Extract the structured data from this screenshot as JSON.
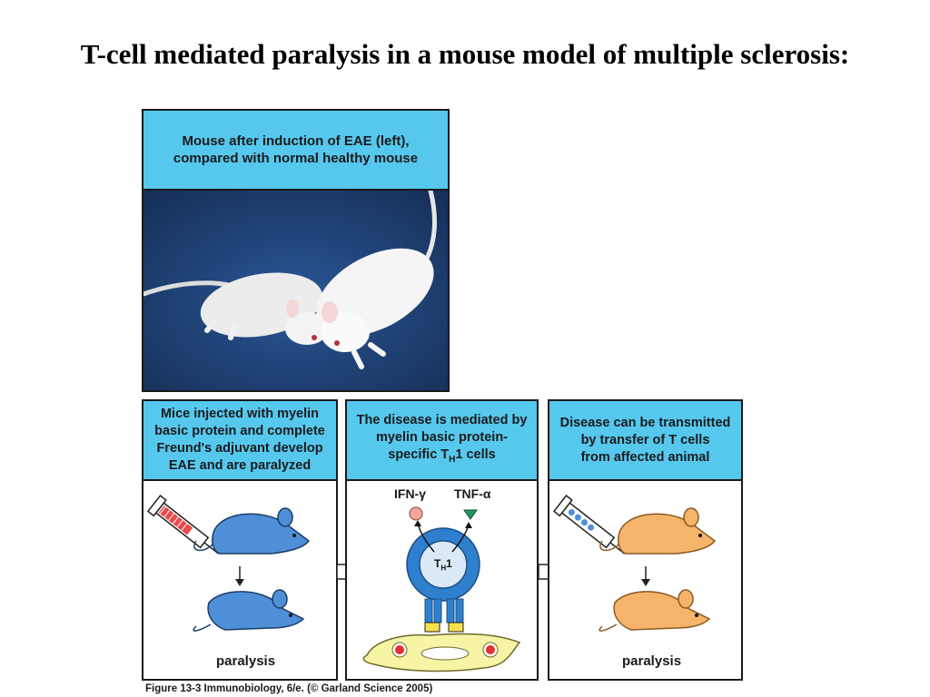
{
  "slide": {
    "title": "T-cell mediated paralysis in a mouse model of multiple sclerosis:"
  },
  "photo_panel": {
    "header_line1": "Mouse after induction of EAE (left),",
    "header_line2": "compared with normal healthy mouse"
  },
  "panel_1": {
    "header_lines": [
      "Mice injected with myelin",
      "basic protein and complete",
      "Freund's adjuvant develop",
      "EAE and are paralyzed"
    ],
    "result_label": "paralysis"
  },
  "panel_2": {
    "header_line1": "The disease is mediated by",
    "header_line2": "myelin basic protein-",
    "header_line3_prefix": "specific T",
    "header_line3_sub": "H",
    "header_line3_suffix": "1 cells",
    "cytokine_1": "IFN-γ",
    "cytokine_2": "TNF-α",
    "cell_label_main": "T",
    "cell_label_sub": "H",
    "cell_label_suffix": "1"
  },
  "panel_3": {
    "header_lines": [
      "Disease can be transmitted",
      "by transfer of T cells",
      "from affected animal"
    ],
    "result_label": "paralysis"
  },
  "caption": "Figure 13-3  Immunobiology, 6/e. (© Garland Science 2005)",
  "colors": {
    "header_blue": "#56c8ee",
    "mouse_blue": "#4f8fd8",
    "mouse_orange": "#f6b46a",
    "cell_blue": "#2f7fcf",
    "apc_yellow": "#f8f4a6",
    "photo_bg": "#1d3f70"
  }
}
